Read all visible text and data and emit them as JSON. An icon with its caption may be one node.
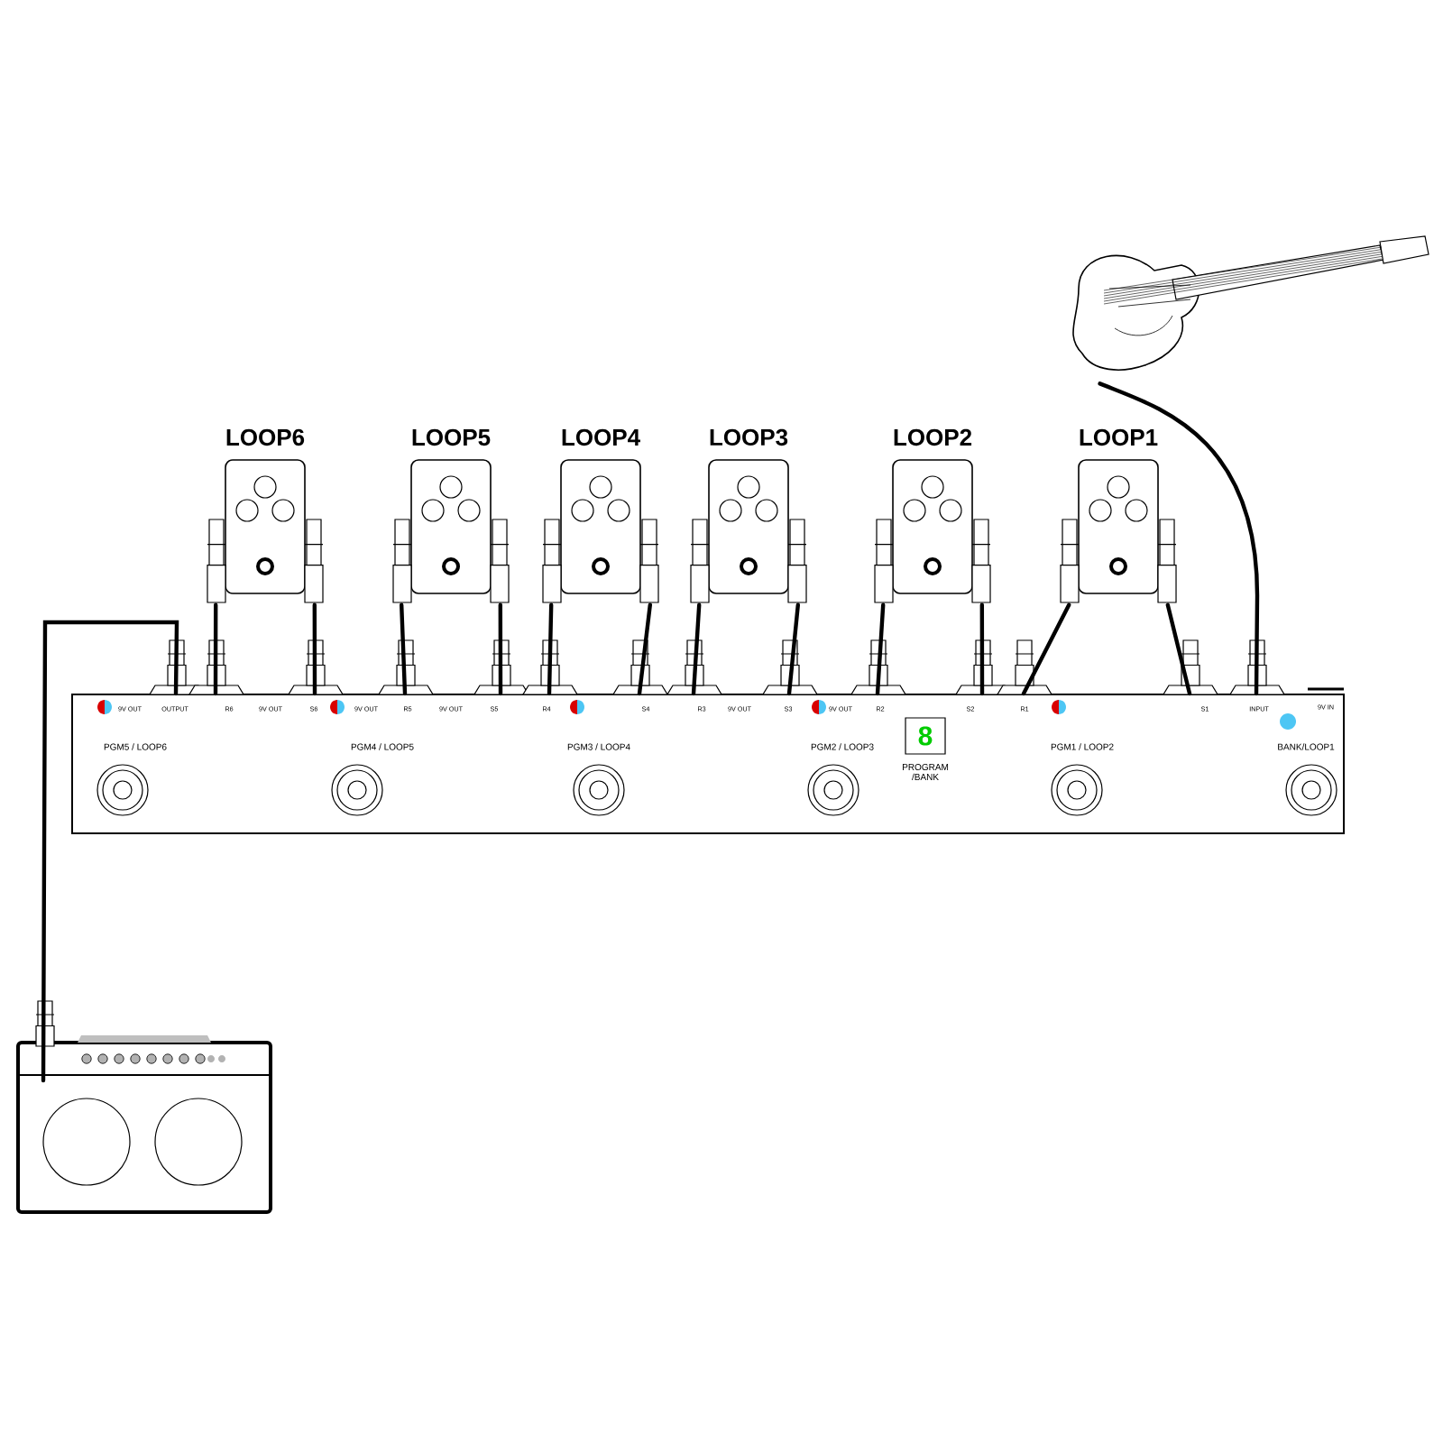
{
  "diagram": {
    "nodes": [
      {
        "text": [],
        "shape": "picture"
      },
      {
        "text": [
          "LOOP6"
        ]
      },
      {
        "text": [
          "LOOP5"
        ]
      },
      {
        "text": [
          "LOOP4"
        ]
      },
      {
        "text": [
          "LOOP3"
        ]
      },
      {
        "text": [
          "LOOP2"
        ]
      },
      {
        "text": [
          "LOOP1"
        ]
      },
      {
        "text": [
          "9V OUT",
          "OUTPUT",
          "R6",
          "9V OUT",
          "S6",
          "9V OUT",
          "R5",
          "9V OUT",
          "S5",
          "R4",
          "S4",
          "R3",
          "9V OUT",
          "S3",
          "9V OUT",
          "R2",
          "S2",
          "R1",
          "S1",
          "INPUT",
          "9V IN",
          "PGM5 / LOOP6",
          "PGM4 / LOOP5",
          "PGM3 / LOOP4",
          "PGM2 / LOOP3",
          "8",
          "PROGRAM /BANK",
          "PGM1 / LOOP2",
          "BANK/LOOP1"
        ]
      },
      {
        "text": [],
        "shape": "picture"
      }
    ],
    "edges": [
      {
        "from": 0,
        "to": 7,
        "arrow": "none"
      },
      {
        "from": 7,
        "to": 1,
        "arrow": "none"
      },
      {
        "from": 1,
        "to": 7,
        "arrow": "none"
      },
      {
        "from": 7,
        "to": 2,
        "arrow": "none"
      },
      {
        "from": 2,
        "to": 7,
        "arrow": "none"
      },
      {
        "from": 7,
        "to": 3,
        "arrow": "none"
      },
      {
        "from": 3,
        "to": 7,
        "arrow": "none"
      },
      {
        "from": 7,
        "to": 4,
        "arrow": "none"
      },
      {
        "from": 4,
        "to": 7,
        "arrow": "none"
      },
      {
        "from": 7,
        "to": 5,
        "arrow": "none"
      },
      {
        "from": 5,
        "to": 7,
        "arrow": "none"
      },
      {
        "from": 7,
        "to": 6,
        "arrow": "none"
      },
      {
        "from": 6,
        "to": 7,
        "arrow": "none"
      },
      {
        "from": 7,
        "to": 8,
        "arrow": "none"
      }
    ]
  }
}
